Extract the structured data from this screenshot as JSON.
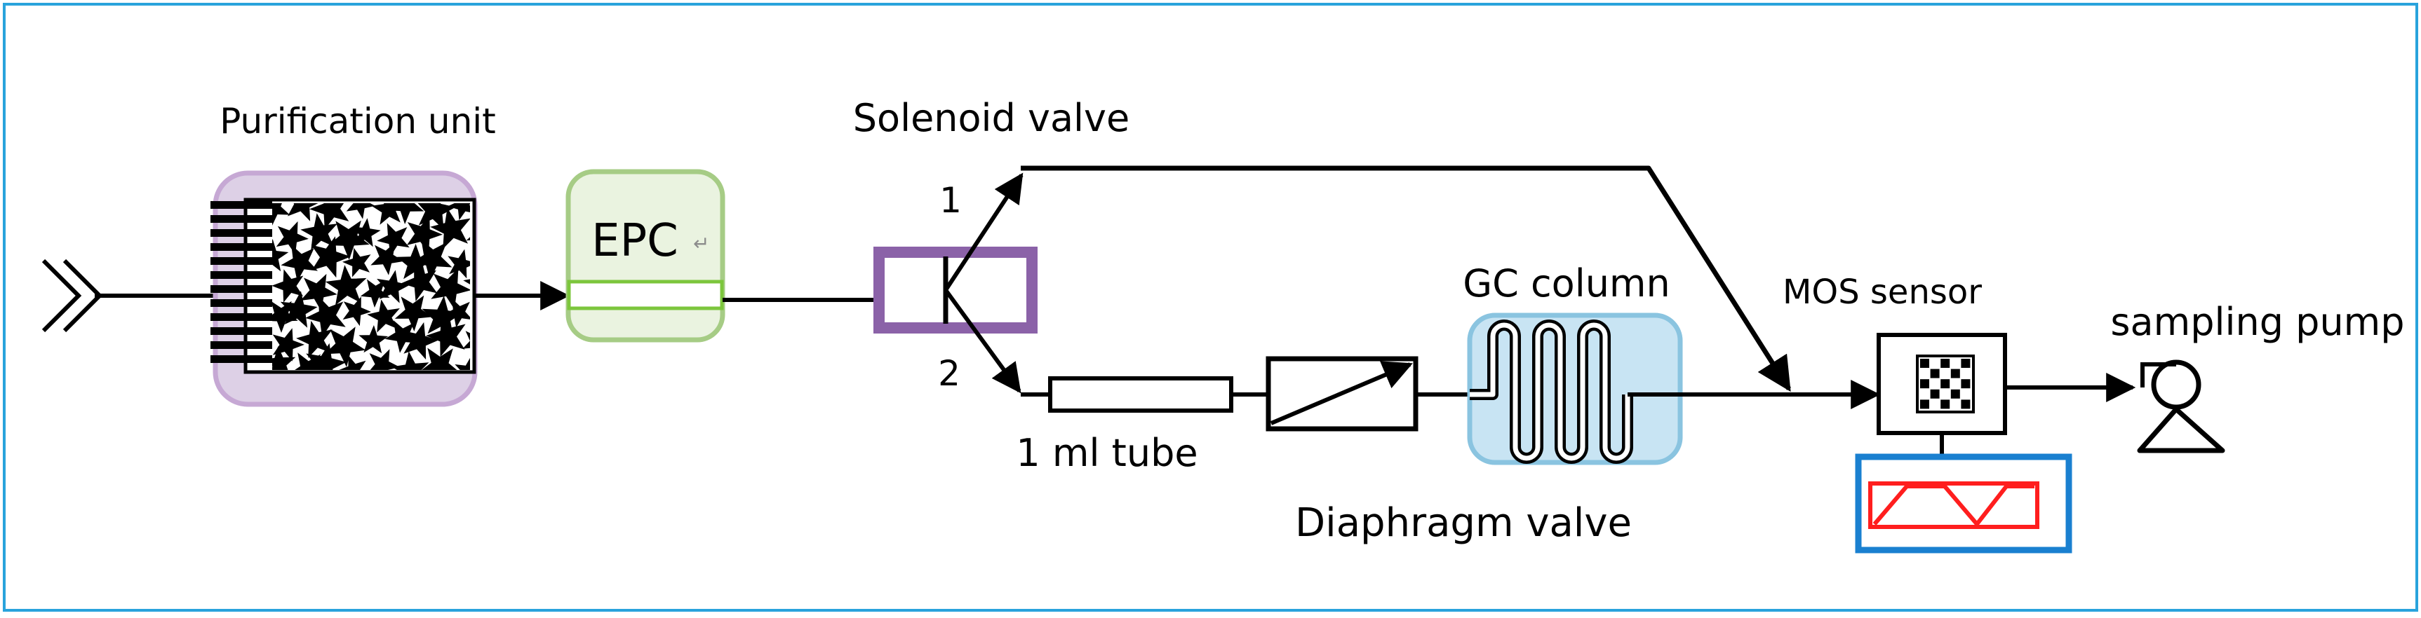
{
  "labels": {
    "purification_unit": "Purification unit",
    "epc": "EPC",
    "epc_mark": "↵",
    "solenoid_valve": "Solenoid valve",
    "port_1": "1",
    "port_2": "2",
    "tube": "1 ml tube",
    "diaphragm_valve": "Diaphragm valve",
    "gc_column": "GC column",
    "mos_sensor": "MOS sensor",
    "sampling_pump": "sampling pump"
  },
  "colors": {
    "frame_border": "#29a3dc",
    "purification_outline": "#c6a8d4",
    "purification_fill": "#ddd0e6",
    "epc_outline": "#a6cc85",
    "epc_fill": "#eaf3e0",
    "epc_bar": "#7cc63c",
    "solenoid": "#8b62a8",
    "gc_outline": "#8ac4e0",
    "gc_fill": "#c8e4f3",
    "controller_outline": "#1a80d0",
    "controller_wave": "#ff1e1e",
    "line": "#000000"
  }
}
